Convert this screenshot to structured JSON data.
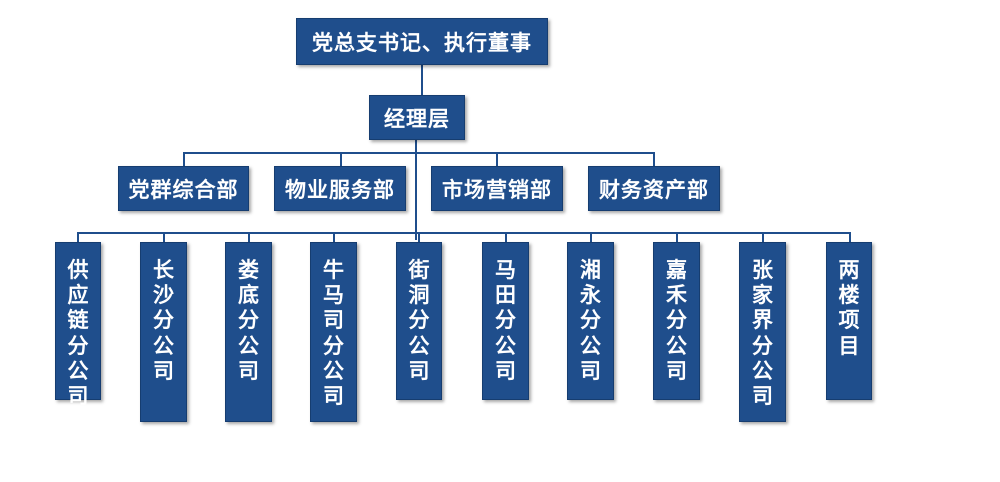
{
  "colors": {
    "box_fill": "#1f4e8c",
    "connector": "#1f4e8c",
    "text": "#ffffff"
  },
  "top": {
    "label": "党总支书记、执行董事"
  },
  "manager": {
    "label": "经理层"
  },
  "departments": [
    {
      "label": "党群综合部"
    },
    {
      "label": "物业服务部"
    },
    {
      "label": "市场营销部"
    },
    {
      "label": "财务资产部"
    }
  ],
  "branches": [
    {
      "label": "供应链分公司"
    },
    {
      "label": "长沙分公司"
    },
    {
      "label": "娄底分公司"
    },
    {
      "label": "牛马司分公司"
    },
    {
      "label": "街洞分公司"
    },
    {
      "label": "马田分公司"
    },
    {
      "label": "湘永分公司"
    },
    {
      "label": "嘉禾分公司"
    },
    {
      "label": "张家界分公司"
    },
    {
      "label": "两楼项目"
    }
  ]
}
